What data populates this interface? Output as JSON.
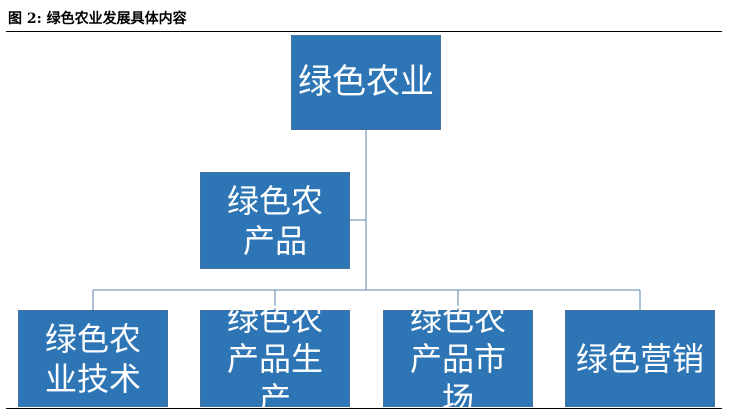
{
  "figure": {
    "caption": "图  2:  绿色农业发展具体内容"
  },
  "colors": {
    "box_fill": "#2e75b6",
    "box_border": "#41719c",
    "box_text": "#ffffff",
    "connector": "#7f9fc0"
  },
  "diagram": {
    "root": {
      "label": "绿色农业"
    },
    "branch": {
      "label": "绿色农产品"
    },
    "leaves": [
      {
        "label": "绿色农业技术"
      },
      {
        "label": "绿色农产品生产"
      },
      {
        "label": "绿色农产品市场"
      },
      {
        "label": "绿色营销"
      }
    ]
  }
}
